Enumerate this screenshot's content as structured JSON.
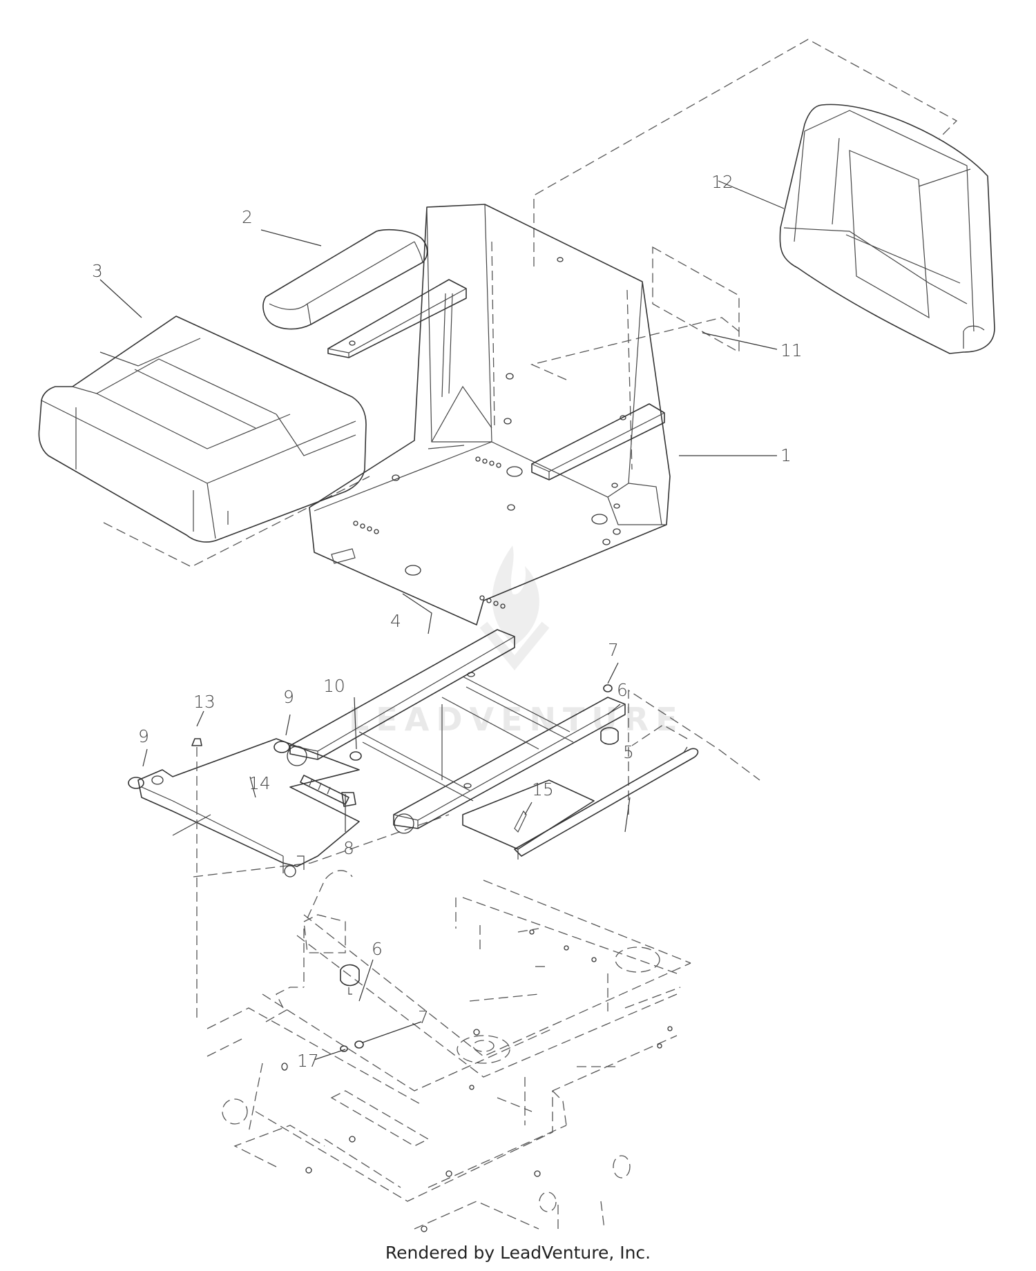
{
  "diagram": {
    "watermark_text": "LEADVENTURE",
    "footer": "Rendered by LeadVenture, Inc.",
    "callouts": {
      "c1": "1",
      "c2": "2",
      "c3": "3",
      "c4": "4",
      "c5": "5",
      "c6": "6",
      "c6b": "6",
      "c7": "7",
      "c7b": "7",
      "c8": "8",
      "c9": "9",
      "c9b": "9",
      "c10": "10",
      "c11": "11",
      "c12": "12",
      "c13": "13",
      "c14": "14",
      "c15": "15",
      "c17": "17"
    }
  }
}
